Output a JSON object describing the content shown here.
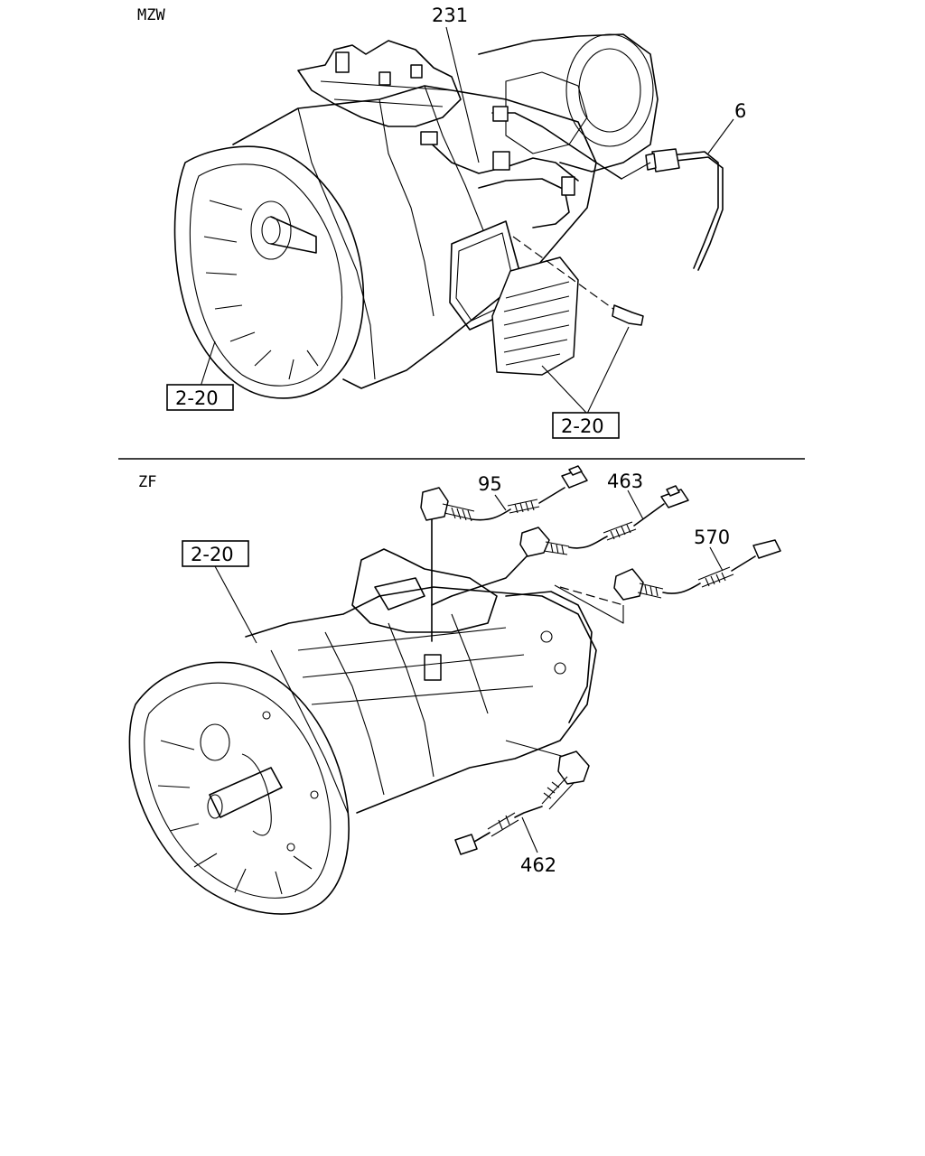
{
  "sections": {
    "upper": {
      "label": "MZW"
    },
    "lower": {
      "label": "ZF"
    }
  },
  "callouts": {
    "upper_231": "231",
    "upper_6": "6",
    "upper_ref_housing": "2-20",
    "upper_ref_cover": "2-20",
    "lower_95": "95",
    "lower_463": "463",
    "lower_570": "570",
    "lower_ref_housing": "2-20",
    "lower_462": "462"
  }
}
